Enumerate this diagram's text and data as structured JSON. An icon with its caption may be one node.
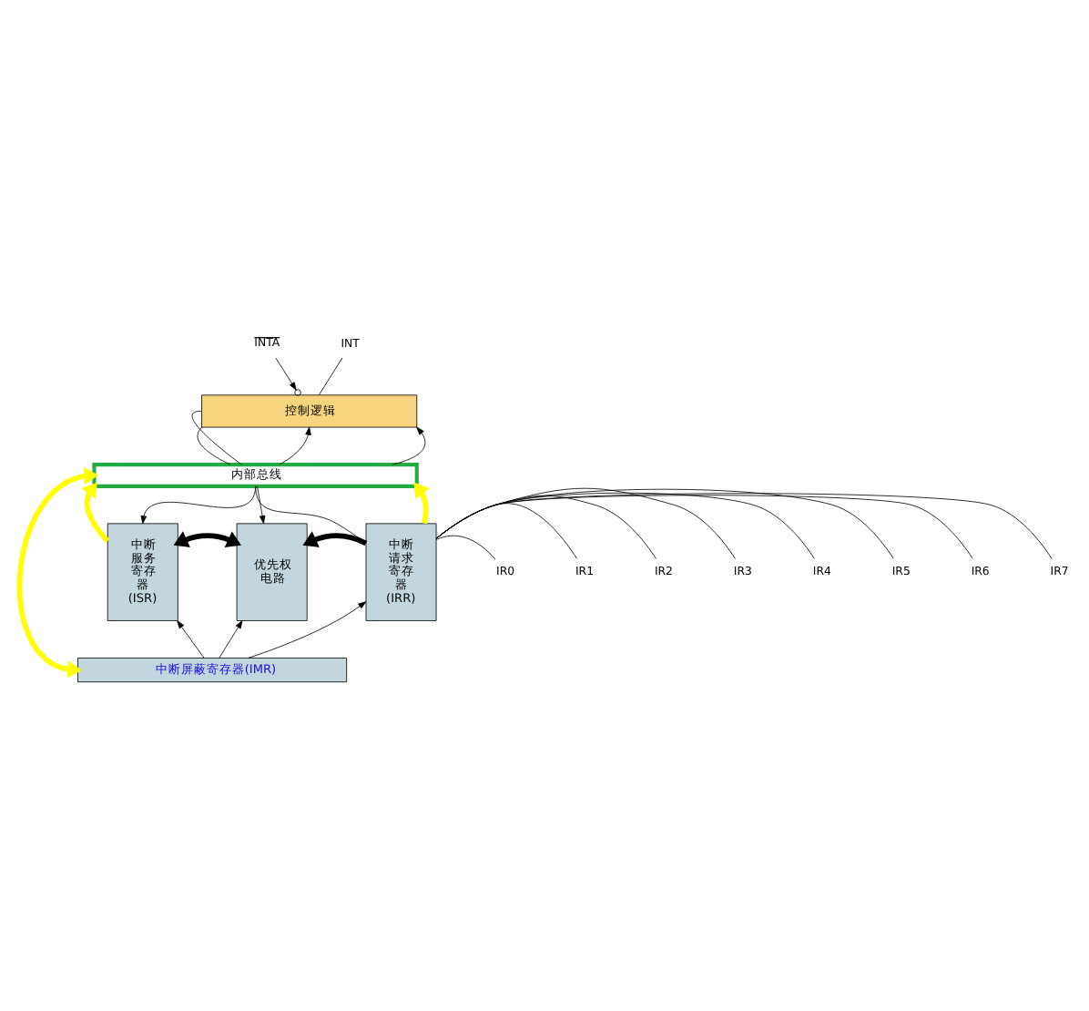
{
  "diagram": {
    "nodes": [
      {
        "text": [
          "控制逻辑"
        ]
      },
      {
        "text": [
          "中断服务寄存器(ISR)"
        ]
      },
      {
        "text": [
          "优先权电路"
        ]
      },
      {
        "text": [
          "中断请求寄存器(IRR)"
        ]
      },
      {
        "text": [
          "中断屏蔽寄存器(IMR)"
        ]
      },
      {
        "text": [
          "内部总线"
        ]
      },
      {
        "text": [
          "INTA"
        ]
      },
      {
        "text": [
          "INT"
        ]
      },
      {
        "text": [
          "IR0"
        ]
      },
      {
        "text": [
          "IR1"
        ]
      },
      {
        "text": [
          "IR2"
        ]
      },
      {
        "text": [
          "IR3"
        ]
      },
      {
        "text": [
          "IR4"
        ]
      },
      {
        "text": [
          "IR5"
        ]
      },
      {
        "text": [
          "IR6"
        ]
      },
      {
        "text": [
          "IR7"
        ]
      }
    ],
    "edges": [
      {
        "from": 6,
        "to": 0,
        "arrow": "to"
      },
      {
        "from": 0,
        "to": 7,
        "arrow": "none"
      },
      {
        "from": 0,
        "to": 5,
        "arrow": "none"
      },
      {
        "from": 0,
        "to": 5,
        "arrow": "none"
      },
      {
        "from": 5,
        "to": 0,
        "arrow": "to"
      },
      {
        "from": 5,
        "to": 0,
        "arrow": "to"
      },
      {
        "from": 5,
        "to": 1,
        "arrow": "to"
      },
      {
        "from": 1,
        "to": 5,
        "arrow": "to",
        "style": "thick",
        "color": "#ffff00"
      },
      {
        "from": 5,
        "to": 2,
        "arrow": "to"
      },
      {
        "from": 3,
        "to": 5,
        "arrow": "none"
      },
      {
        "from": 3,
        "to": 5,
        "arrow": "to",
        "style": "thick",
        "color": "#ffff00"
      },
      {
        "from": 1,
        "to": 2,
        "arrow": "both",
        "style": "thick"
      },
      {
        "from": 3,
        "to": 2,
        "arrow": "to",
        "style": "thick"
      },
      {
        "from": 8,
        "to": 3,
        "arrow": "none"
      },
      {
        "from": 9,
        "to": 3,
        "arrow": "none"
      },
      {
        "from": 10,
        "to": 3,
        "arrow": "none"
      },
      {
        "from": 11,
        "to": 3,
        "arrow": "none"
      },
      {
        "from": 12,
        "to": 3,
        "arrow": "none"
      },
      {
        "from": 13,
        "to": 3,
        "arrow": "none"
      },
      {
        "from": 14,
        "to": 3,
        "arrow": "none"
      },
      {
        "from": 15,
        "to": 3,
        "arrow": "none"
      },
      {
        "from": 4,
        "to": 1,
        "arrow": "to"
      },
      {
        "from": 4,
        "to": 2,
        "arrow": "to"
      },
      {
        "from": 4,
        "to": 3,
        "arrow": "to"
      },
      {
        "from": 5,
        "to": 4,
        "arrow": "both",
        "style": "thick",
        "color": "#ffff00"
      }
    ]
  }
}
